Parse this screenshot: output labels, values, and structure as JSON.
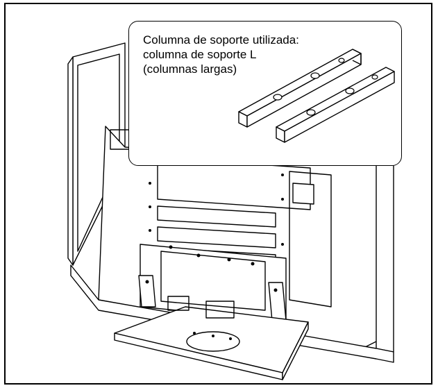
{
  "callout": {
    "line1": "Columna de soporte utilizada:",
    "line2": "columna de soporte L",
    "line3": "(columnas largas)"
  },
  "colors": {
    "stroke": "#000000",
    "background": "#ffffff"
  }
}
